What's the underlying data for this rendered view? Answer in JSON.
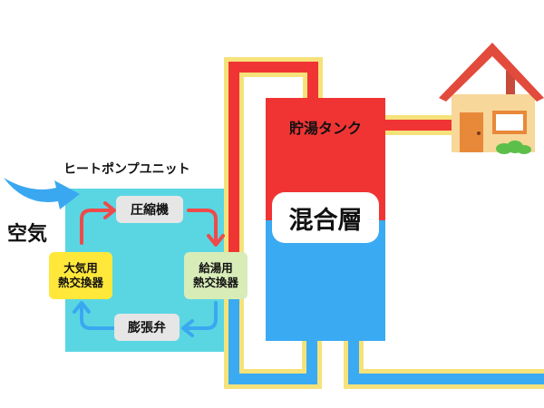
{
  "unit_label": "ヒートポンプユニット",
  "air_label": "空気",
  "tank_label": "貯湯タンク",
  "mix_label": "混合層",
  "components": {
    "compressor": "圧縮機",
    "expansion_valve": "膨張弁",
    "air_hx": [
      "大気用",
      "熱交換器"
    ],
    "water_hx": [
      "給湯用",
      "熱交換器"
    ]
  },
  "colors": {
    "hot": "#f03434",
    "cold": "#3aaaf2",
    "pipe_outline": "#f6e27a",
    "unit_fill": "#5ad6e3",
    "air_arrow": "#3aa8f0",
    "air_hx_fill": "#ffe83a",
    "chip_fill": "#e6e6e6",
    "water_hx_fill": "#d8ecb8"
  }
}
